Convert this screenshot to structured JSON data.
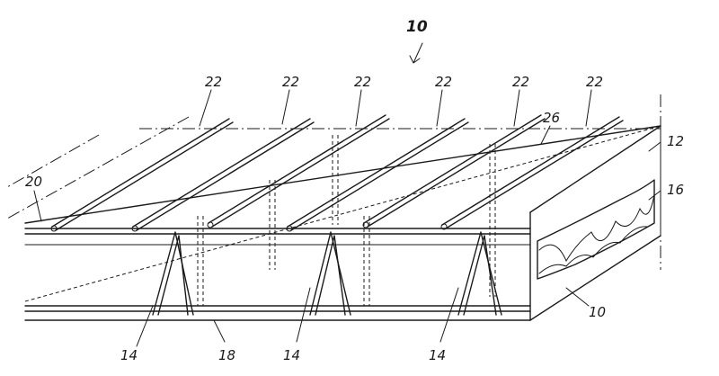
{
  "figure": {
    "reference_numeral": "10",
    "labels": {
      "bar": "22",
      "surface": "26",
      "side_face": "12",
      "insulation": "16",
      "edge_bar": "20",
      "truss": "14",
      "bottom_bar": "18",
      "slab": "10"
    }
  }
}
